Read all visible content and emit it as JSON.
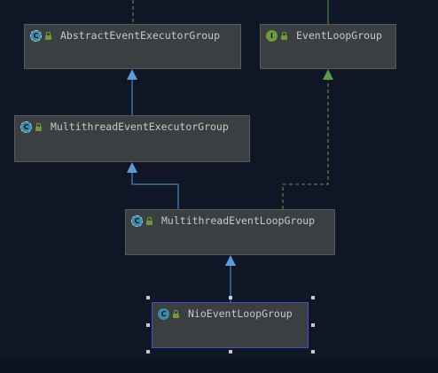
{
  "nodes": [
    {
      "id": "abstract",
      "label": "AbstractEventExecutorGroup",
      "badge": "C",
      "kind": "abstract"
    },
    {
      "id": "eventloop",
      "label": "EventLoopGroup",
      "badge": "I",
      "kind": "interface"
    },
    {
      "id": "mteeg",
      "label": "MultithreadEventExecutorGroup",
      "badge": "C",
      "kind": "abstract"
    },
    {
      "id": "mtelg",
      "label": "MultithreadEventLoopGroup",
      "badge": "C",
      "kind": "abstract"
    },
    {
      "id": "nio",
      "label": "NioEventLoopGroup",
      "badge": "C",
      "kind": "class"
    }
  ],
  "colors": {
    "background": "#0f1726",
    "node_fill": "#3c3f41",
    "extends_edge": "#5a9bd8",
    "implements_edge": "#5f9a4c",
    "selection": "#4a4dc9"
  }
}
